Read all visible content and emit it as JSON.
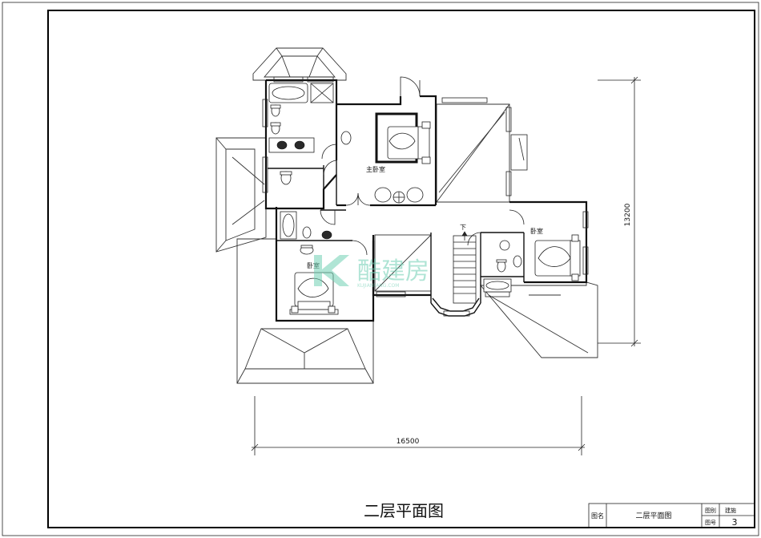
{
  "drawing": {
    "title": "二层平面图",
    "rooms": {
      "master_bedroom": "主卧室",
      "bedroom_right": "卧室",
      "bedroom_left": "卧室"
    },
    "stair_label": "下",
    "dim_width": "16500",
    "dim_height": "13200"
  },
  "title_block": {
    "name_label": "图名",
    "name_value": "二层平面图",
    "category_label": "图别",
    "category_value": "建施",
    "number_label": "图号",
    "number_value": "3"
  },
  "watermark": {
    "brand": "酷建房",
    "url": "KUJIANFANG.COM"
  }
}
